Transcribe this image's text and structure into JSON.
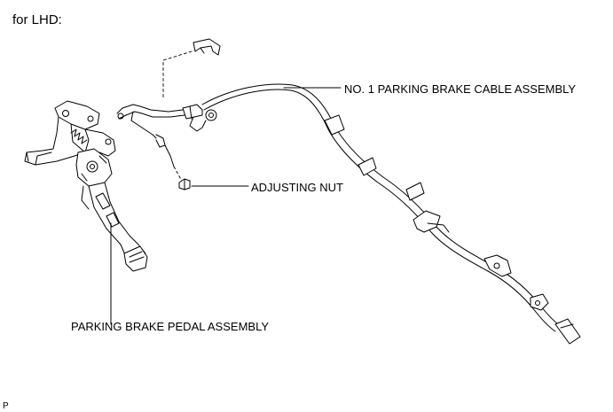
{
  "heading": "for LHD:",
  "labels": {
    "cable_assembly": "NO. 1 PARKING BRAKE CABLE ASSEMBLY",
    "adjusting_nut": "ADJUSTING NUT",
    "pedal_assembly": "PARKING BRAKE PEDAL ASSEMBLY"
  },
  "illustration_code": "P"
}
